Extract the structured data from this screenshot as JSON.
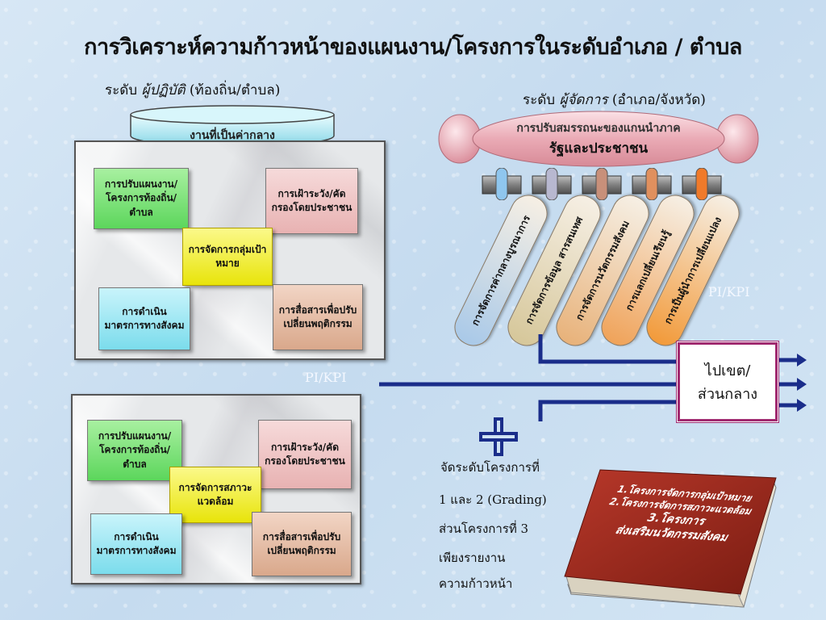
{
  "title": "การวิเคราะห์ความก้าวหน้าของแผนงาน/โครงการในระดับอำเภอ / ตำบล",
  "left_level": {
    "prefix": "ระดับ ",
    "emph": "ผู้ปฏิบัติ",
    "suffix": " (ท้องถิ่น/ตำบล)"
  },
  "right_level": {
    "prefix": "ระดับ ",
    "emph": "ผู้จัดการ",
    "suffix": " (อำเภอ/จังหวัด)"
  },
  "center_label": "งานที่เป็นค่ากลาง",
  "panel1": {
    "top_left": "การปรับแผนงาน/โครงการท้องถิ่น/ตำบล",
    "top_right": "การเฝ้าระวัง/คัดกรองโดยประชาชน",
    "center": "การจัดการกลุ่มเป้าหมาย",
    "bottom_left": "การดำเนินมาตรการทางสังคม",
    "bottom_right": "การสื่อสารเพื่อปรับเปลี่ยนพฤติกรรม"
  },
  "panel2": {
    "top_left": "การปรับแผนงาน/โครงการท้องถิ่น/ตำบล",
    "top_right": "การเฝ้าระวัง/คัดกรองโดยประชาชน",
    "center": "การจัดการสภาวะแวดล้อม",
    "bottom_left": "การดำเนินมาตรการทางสังคม",
    "bottom_right": "การสื่อสารเพื่อปรับเปลี่ยนพฤติกรรม"
  },
  "capsule": {
    "line1": "การปรับสมรรถนะของแกนนำภาค",
    "line2": "รัฐและประชาชน"
  },
  "pills": [
    {
      "label": "การจัดการค่ากลางบูรณาการ",
      "color": "#a9c9e8"
    },
    {
      "label": "การจัดการข้อมูล สารสนเทศ",
      "color": "#d6c79a"
    },
    {
      "label": "การจัดการนวัตกรรมสังคม",
      "color": "#e8b27a"
    },
    {
      "label": "การแลกเปลี่ยนเรียนรู้",
      "color": "#f0a35a"
    },
    {
      "label": "การเป็นผู้นำการเปลี่ยนแปลง",
      "color": "#f29a3a"
    }
  ],
  "ring_colors": [
    "#8fc6ee",
    "#b8b8d0",
    "#c8907a",
    "#e0905e",
    "#f07a2a"
  ],
  "pi_kpi_right": "PI/KPI",
  "pi_kpi_left": "PI/KPI",
  "destination": {
    "line1": "ไปเขต/",
    "line2": "ส่วนกลาง"
  },
  "notes": [
    "จัดระดับโครงการที่",
    "1 และ 2 (Grading)",
    "ส่วนโครงการที่ 3",
    "เพียงรายงาน",
    "ความก้าวหน้า"
  ],
  "book": {
    "line1": "1.โครงการจัดการกลุ่มเป้าหมาย",
    "line2": "2.โครงการจัดการสภาวะแวดล้อม",
    "line3": "3.โครงการ",
    "line4": "ส่งเสริมนวัตกรรมสังคม"
  }
}
